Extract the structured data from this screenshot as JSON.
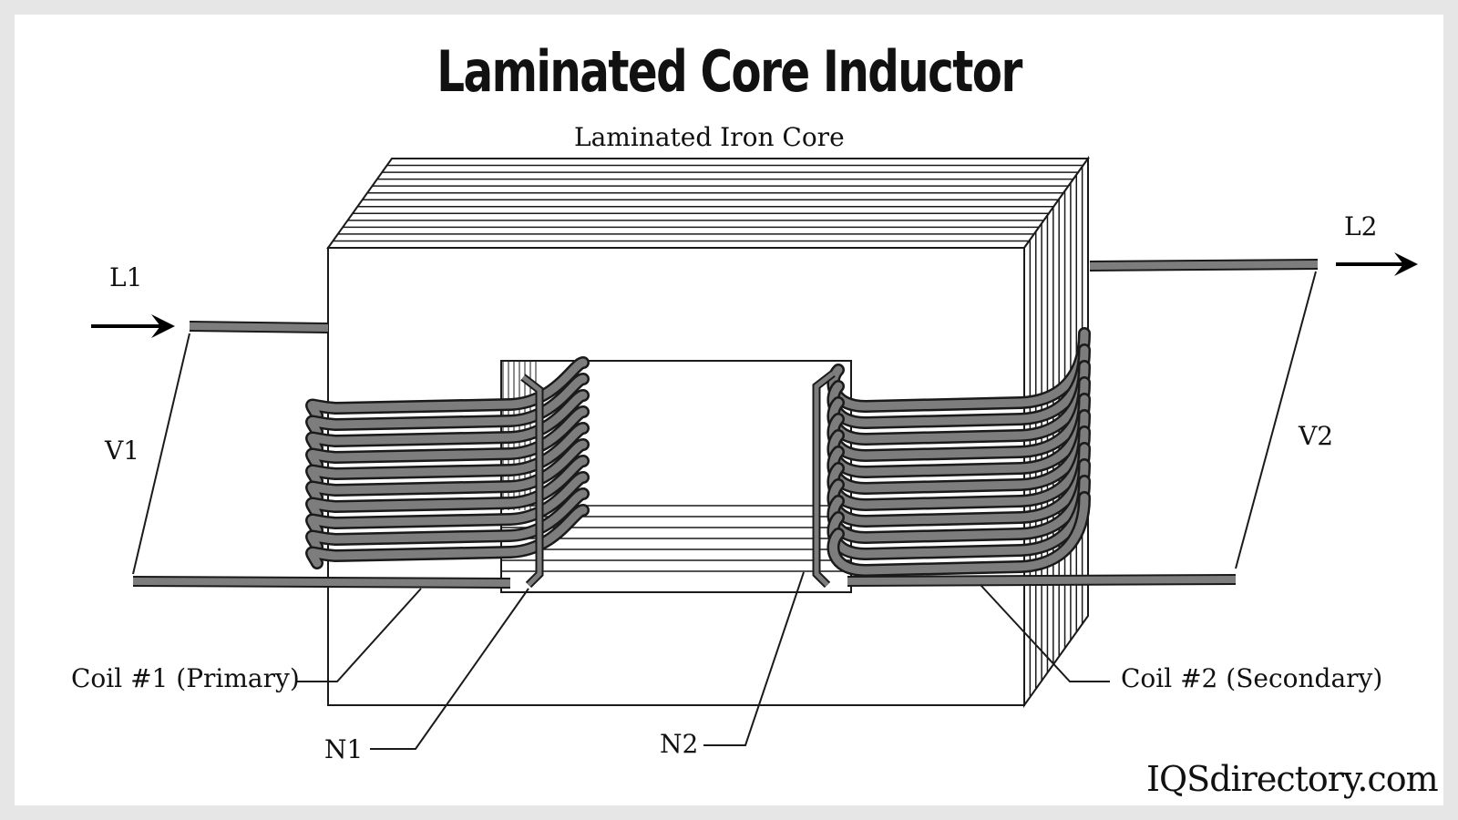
{
  "title": "Laminated Core Inductor",
  "labels": {
    "core": "Laminated Iron Core",
    "l1": "L1",
    "l2": "L2",
    "v1": "V1",
    "v2": "V2",
    "coil1": "Coil #1 (Primary)",
    "coil2": "Coil #2 (Secondary)",
    "n1": "N1",
    "n2": "N2"
  },
  "brand": "IQSdirectory.com",
  "colors": {
    "wire": "#7d7d7d",
    "outline": "#1a1a1a",
    "background": "#ffffff",
    "frame": "#e6e6e6"
  }
}
